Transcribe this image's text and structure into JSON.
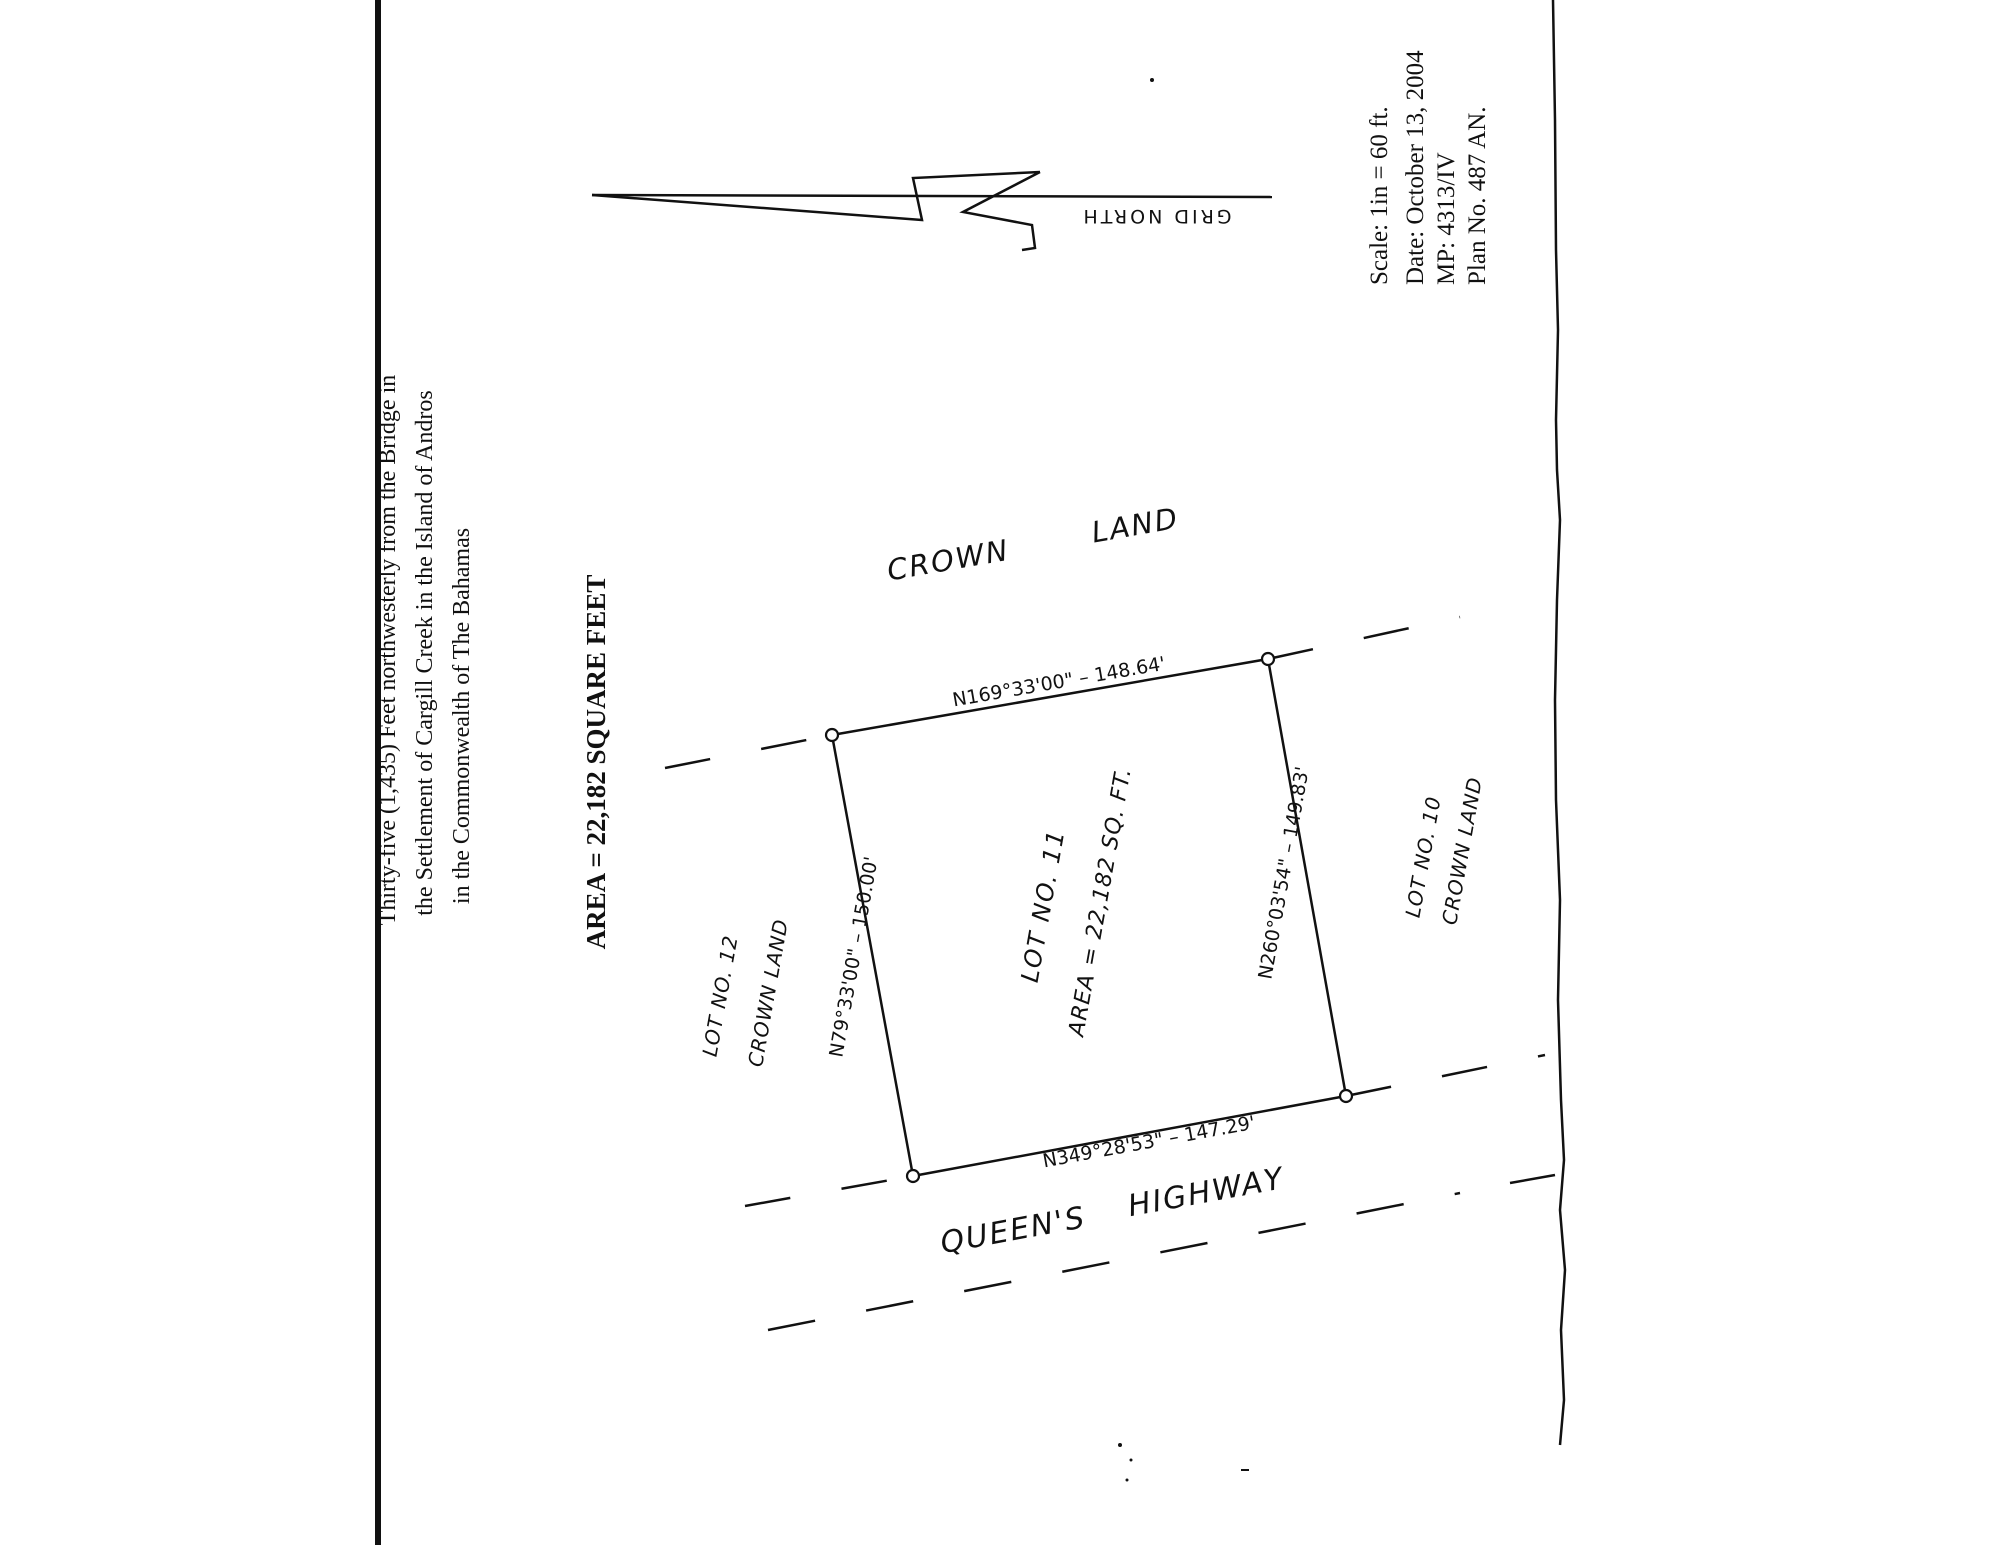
{
  "header": {
    "line1": "Thirty-five (1,435) Feet northwesterly from the Bridge in",
    "line2": "the Settlement of Cargill Creek in the Island of Andros",
    "line3": "in the Commonwealth of The Bahamas"
  },
  "area_title": "AREA = 22,182 SQUARE FEET",
  "north_label": "GRID NORTH",
  "info": {
    "scale": "Scale:  1in = 60 ft.",
    "date": "Date: October 13, 2004",
    "mp": "MP: 4313/IV",
    "plan": "Plan No. 487 AN."
  },
  "parcels": {
    "crown_land_top_a": "CROWN",
    "crown_land_top_b": "LAND",
    "lot12_line1": "LOT NO. 12",
    "lot12_line2": "CROWN  LAND",
    "lot11_name": "LOT NO. 11",
    "lot11_area": "AREA = 22,182 SQ. FT.",
    "lot10_line1": "LOT NO. 10",
    "lot10_line2": "CROWN  LAND",
    "highway_a": "QUEEN'S",
    "highway_b": "HIGHWAY"
  },
  "bearings": {
    "top": "N169°33'00\"  –  148.64'",
    "left": "N79°33'00\"  –  150.00'",
    "right": "N260°03'54\"  –  149.83'",
    "bottom": "N349°28'53\"  –  147.29'"
  },
  "colors": {
    "ink": "#111111",
    "paper": "#ffffff"
  }
}
